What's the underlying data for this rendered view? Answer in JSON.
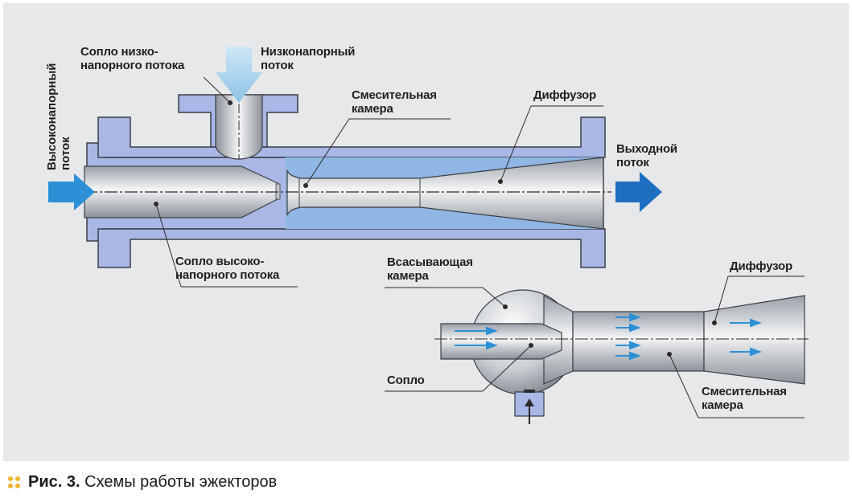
{
  "figure": {
    "caption_number": "Рис. 3.",
    "caption_text": " Схемы работы эжекторов"
  },
  "diagram_top": {
    "labels": {
      "high_pressure_flow": "Высоконапорный\nпоток",
      "low_pressure_nozzle": "Сопло низко-\nнапорного потока",
      "low_pressure_flow": "Низконапорный\nпоток",
      "mixing_chamber": "Смесительная\nкамера",
      "diffuser": "Диффузор",
      "output_flow": "Выходной\nпоток",
      "high_pressure_nozzle": "Сопло высоко-\nнапорного потока"
    }
  },
  "diagram_bottom": {
    "labels": {
      "suction_chamber": "Всасывающая\nкамера",
      "diffuser": "Диффузор",
      "nozzle": "Сопло",
      "mixing_chamber": "Смесительная\nкамера"
    }
  },
  "colors": {
    "panel_bg": "#e7e8ea",
    "body_blue": "#a9b7e6",
    "flow_blue": "#8fb6e4",
    "arrow_blue": "#2d8fd6",
    "output_arrow": "#1f6fc0",
    "low_flow_arrow": "#a9d6ee",
    "steel": "#cfd3d8",
    "caption_marker": "#f2b233"
  }
}
